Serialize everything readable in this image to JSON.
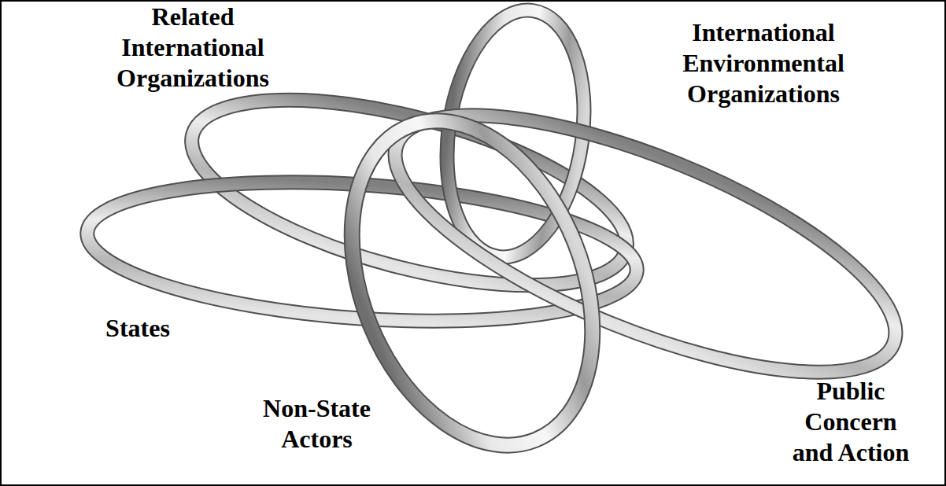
{
  "diagram": {
    "labels": [
      "Related International Organizations",
      "International Environmental Organizations",
      "States",
      "Non-State Actors",
      "Public Concern and Action"
    ]
  }
}
